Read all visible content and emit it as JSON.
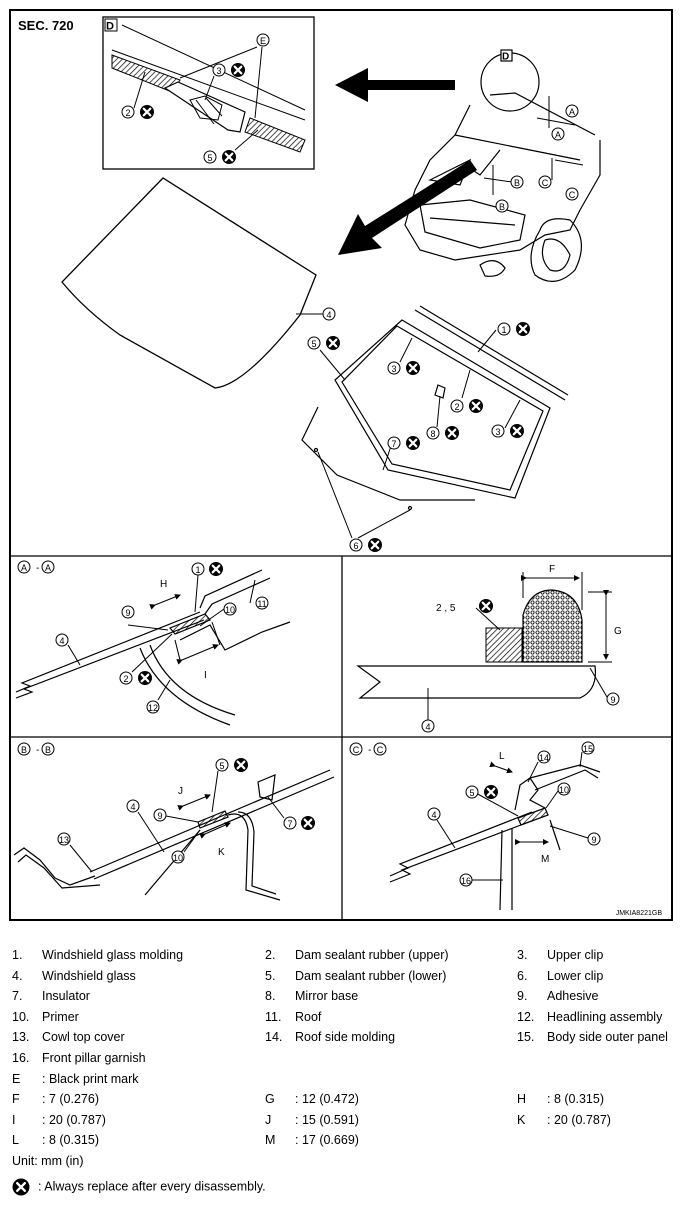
{
  "section": "SEC. 720",
  "figure_code": "JMKIA8221GB",
  "detail_labels": {
    "D": "D",
    "E": "E",
    "A": "A",
    "B": "B",
    "C": "C"
  },
  "sections": {
    "a": "A",
    "b": "B",
    "c": "C",
    "separator": "-"
  },
  "dimension_labels": {
    "F": "F",
    "G": "G",
    "H": "H",
    "I": "I",
    "J": "J",
    "K": "K",
    "L": "L",
    "M": "M"
  },
  "callouts": {
    "n1": "1",
    "n2": "2",
    "n3": "3",
    "n4": "4",
    "n5": "5",
    "n6": "6",
    "n7": "7",
    "n8": "8",
    "n9": "9",
    "n10": "10",
    "n11": "11",
    "n12": "12",
    "n13": "13",
    "n14": "14",
    "n15": "15",
    "n16": "16",
    "n25": "2 , 5"
  },
  "parts": [
    {
      "num": "1.",
      "name": "Windshield glass molding"
    },
    {
      "num": "2.",
      "name": "Dam sealant rubber (upper)"
    },
    {
      "num": "3.",
      "name": "Upper clip"
    },
    {
      "num": "4.",
      "name": "Windshield glass"
    },
    {
      "num": "5.",
      "name": "Dam sealant rubber (lower)"
    },
    {
      "num": "6.",
      "name": "Lower clip"
    },
    {
      "num": "7.",
      "name": "Insulator"
    },
    {
      "num": "8.",
      "name": "Mirror base"
    },
    {
      "num": "9.",
      "name": "Adhesive"
    },
    {
      "num": "10.",
      "name": "Primer"
    },
    {
      "num": "11.",
      "name": "Roof"
    },
    {
      "num": "12.",
      "name": "Headlining assembly"
    },
    {
      "num": "13.",
      "name": "Cowl top cover"
    },
    {
      "num": "14.",
      "name": "Roof side molding"
    },
    {
      "num": "15.",
      "name": "Body side outer panel"
    },
    {
      "num": "16.",
      "name": "Front pillar garnish"
    }
  ],
  "mark_note": {
    "key": "E",
    "text": ": Black print mark"
  },
  "dimensions": [
    {
      "key": "F",
      "value": ": 7 (0.276)"
    },
    {
      "key": "G",
      "value": ": 12 (0.472)"
    },
    {
      "key": "H",
      "value": ": 8 (0.315)"
    },
    {
      "key": "I",
      "value": ": 20 (0.787)"
    },
    {
      "key": "J",
      "value": ": 15 (0.591)"
    },
    {
      "key": "K",
      "value": ": 20 (0.787)"
    },
    {
      "key": "L",
      "value": ": 8 (0.315)"
    },
    {
      "key": "M",
      "value": ": 17 (0.669)"
    }
  ],
  "unit": "Unit: mm (in)",
  "replace_note": ": Always replace after every disassembly.",
  "icons": {
    "replace": "circle-x-icon"
  }
}
